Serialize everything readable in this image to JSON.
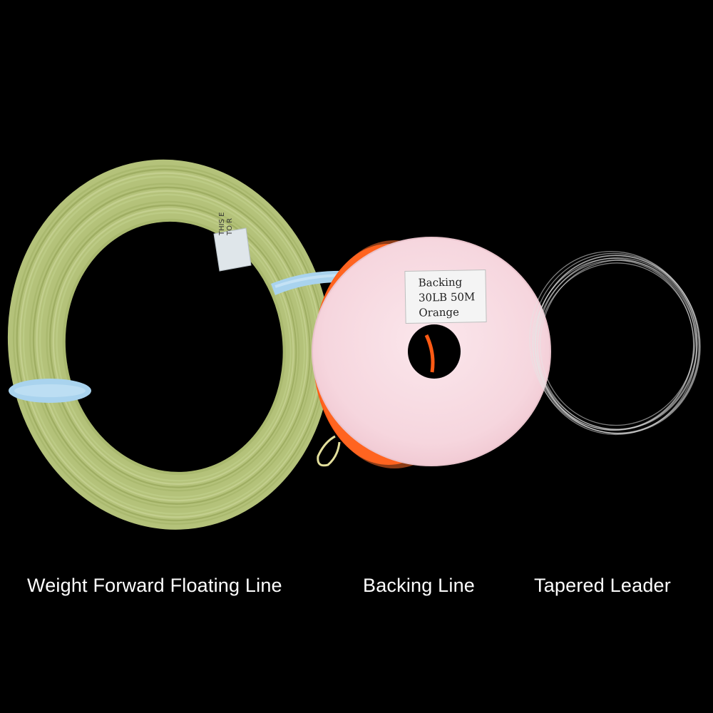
{
  "background_color": "#000000",
  "products": [
    {
      "caption": "Weight Forward Floating Line",
      "color": "#b4c27a",
      "tag_text_lines": [
        "THIS E",
        "TO R"
      ],
      "band_color": "#a9d3ee"
    },
    {
      "caption": "Backing Line",
      "spool_color": "#fbe9ee",
      "line_color": "#ff5a14",
      "label_lines": [
        "Backing",
        "30LB 50M",
        "Orange"
      ]
    },
    {
      "caption": "Tapered Leader",
      "color": "#e6e6e6"
    }
  ]
}
